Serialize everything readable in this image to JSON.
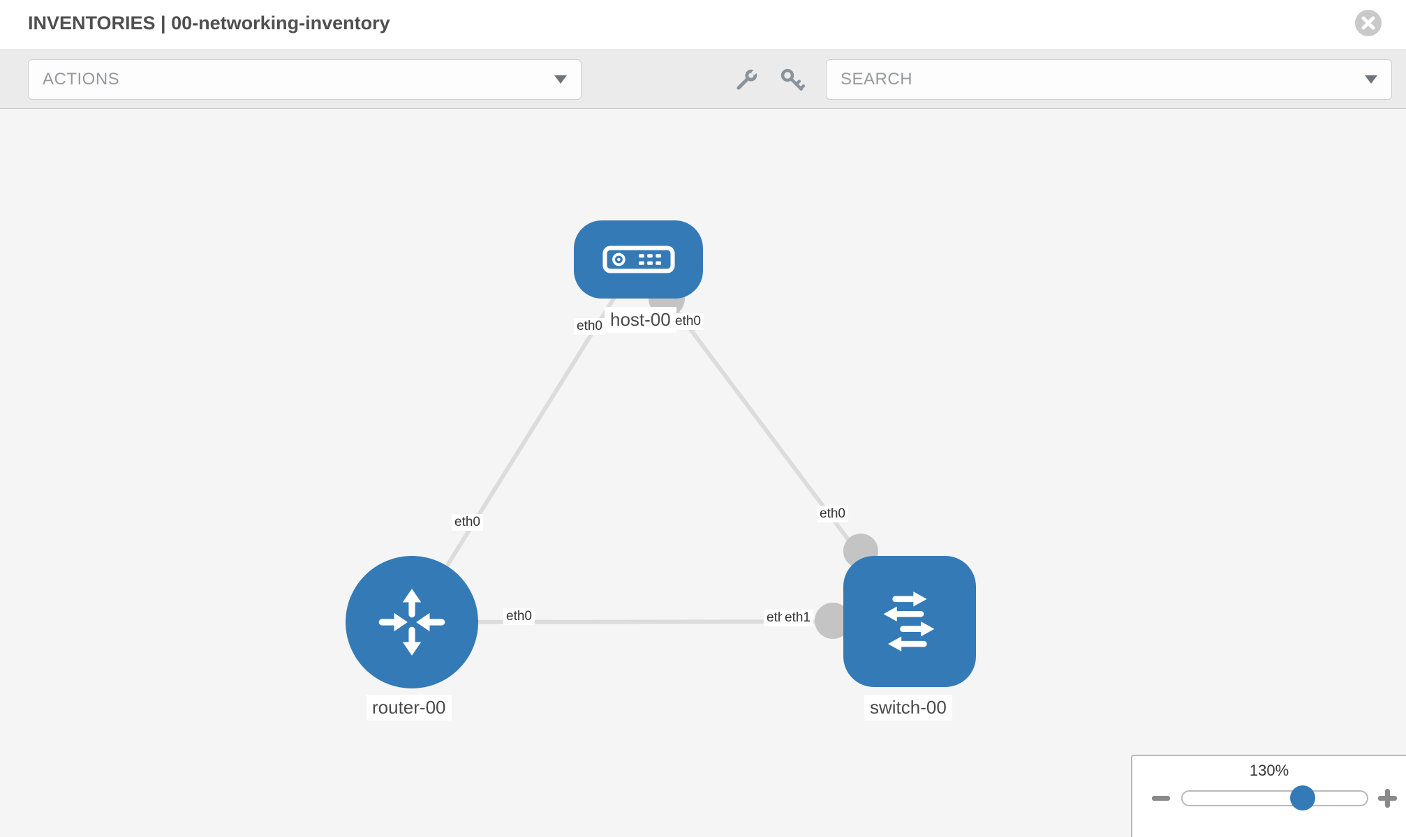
{
  "header": {
    "title": "INVENTORIES | 00-networking-inventory",
    "close_icon": "x-circle"
  },
  "toolbar": {
    "actions_dropdown": {
      "placeholder": "ACTIONS"
    },
    "tools": [
      {
        "icon": "wrench-icon"
      },
      {
        "icon": "key-icon"
      }
    ],
    "search_dropdown": {
      "placeholder": "SEARCH"
    }
  },
  "canvas": {
    "nodes": [
      {
        "label": "host-00",
        "type": "host"
      },
      {
        "label": "router-00",
        "type": "router"
      },
      {
        "label": "switch-00",
        "type": "switch"
      }
    ],
    "links": [
      {
        "from": "host-00",
        "from_interface": "eth0",
        "to": "router-00",
        "to_interface": "eth0"
      },
      {
        "from": "host-00",
        "from_interface": "eth0",
        "to": "switch-00",
        "to_interface": "eth0"
      },
      {
        "from": "router-00",
        "from_interface": "eth0",
        "to": "switch-00",
        "to_interface": "eth1"
      }
    ],
    "interface_labels": [
      {
        "text": "eth0",
        "position": "host-left"
      },
      {
        "text": "eth0",
        "position": "host-right"
      },
      {
        "text": "eth0",
        "position": "link-host-router-near-router"
      },
      {
        "text": "eth0",
        "position": "switch-top"
      },
      {
        "text": "eth0",
        "position": "router-right"
      },
      {
        "text": "eth0",
        "position": "switch-left-partially-hidden"
      },
      {
        "text": "eth1",
        "position": "switch-left"
      }
    ]
  },
  "zoom_panel": {
    "level": "130%",
    "zoom_out_icon": "minus-icon",
    "zoom_in_icon": "plus-icon"
  },
  "colors": {
    "node_blue": "#337ab7",
    "link_gray": "#dcdcdc",
    "interface_gray": "#c4c4c4",
    "toolbar_gray": "#ebebeb"
  }
}
